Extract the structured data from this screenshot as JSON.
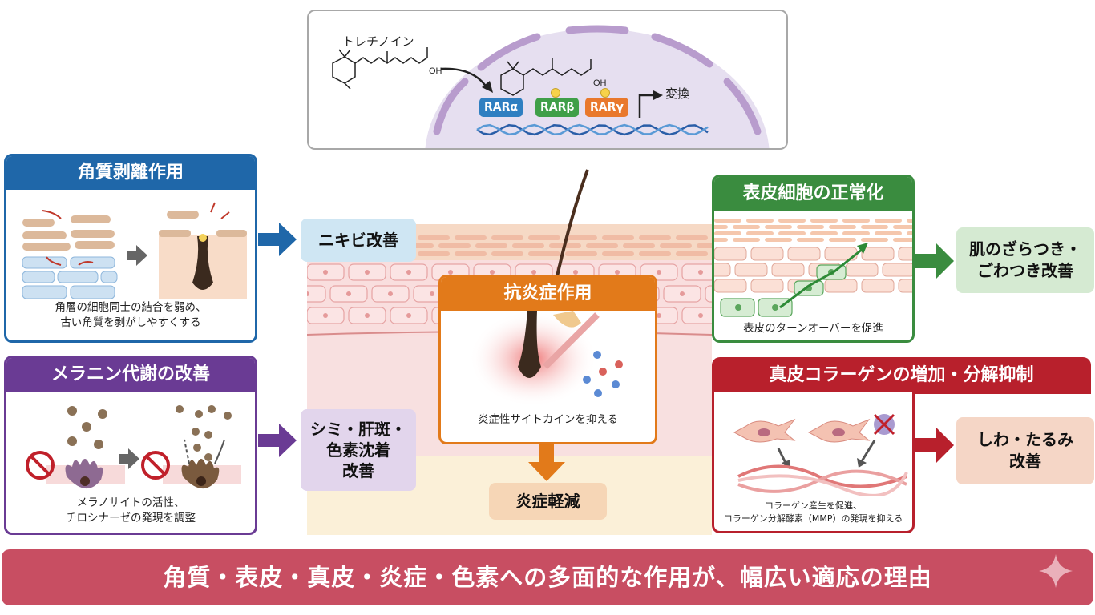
{
  "mechanism": {
    "drug_label": "トレチノイン",
    "hydroxyl_label": "OH",
    "receptors": [
      "RARα",
      "RARβ",
      "RARγ"
    ],
    "receptor_colors": [
      "#2f7fc1",
      "#3f9f48",
      "#e9782c"
    ],
    "transcription_label": "変換"
  },
  "panels": {
    "keratolytic": {
      "title": "角質剥離作用",
      "caption_lines": [
        "角層の細胞同士の結合を弱め、",
        "古い角質を剥がしやすくする"
      ],
      "color": "#1f67a9"
    },
    "melanin": {
      "title": "メラニン代謝の改善",
      "caption_lines": [
        "メラノサイトの活性、",
        "チロシナーゼの発現を調整"
      ],
      "color": "#6a3b94"
    },
    "anti_inflammatory": {
      "title": "抗炎症作用",
      "caption": "炎症性サイトカインを抑える",
      "color": "#e27a1a"
    },
    "epidermis": {
      "title": "表皮細胞の正常化",
      "caption": "表皮のターンオーバーを促進",
      "color": "#3a8c3f"
    },
    "collagen": {
      "title": "真皮コラーゲンの増加・分解抑制",
      "caption_lines": [
        "コラーゲン産生を促進、",
        "コラーゲン分解酵素（MMP）の発現を抑える"
      ],
      "color": "#b8202c"
    }
  },
  "outcomes": {
    "acne": "ニキビ改善",
    "pigment_lines": [
      "シミ・肝斑・",
      "色素沈着",
      "改善"
    ],
    "inflammation": "炎症軽減",
    "roughness_lines": [
      "肌のざらつき・",
      "ごわつき改善"
    ],
    "wrinkle_lines": [
      "しわ・たるみ",
      "改善"
    ]
  },
  "banner": {
    "text": "角質・表皮・真皮・炎症・色素への多面的な作用が、幅広い適応の理由",
    "color": "#c84e62"
  }
}
